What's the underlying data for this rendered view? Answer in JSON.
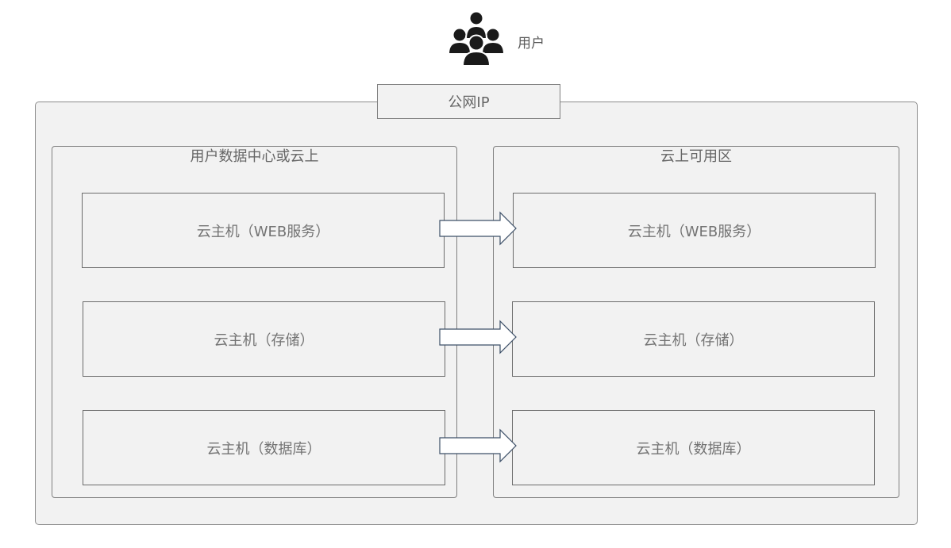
{
  "user": {
    "icon": "user-group-icon",
    "label": "用户"
  },
  "public_ip": {
    "label": "公网IP"
  },
  "left_zone": {
    "title": "用户数据中心或云上",
    "hosts": [
      "云主机（WEB服务）",
      "云主机（存储）",
      "云主机（数据库）"
    ]
  },
  "right_zone": {
    "title": "云上可用区",
    "hosts": [
      "云主机（WEB服务）",
      "云主机（存储）",
      "云主机（数据库）"
    ]
  },
  "arrows": {
    "icon": "right-arrow-icon",
    "count": 3
  },
  "colors": {
    "box_fill": "#f2f2f2",
    "border": "#7f7f7f",
    "text": "#666666",
    "host_text": "#737373",
    "arrow_stroke": "#3d5068",
    "arrow_fill": "#ffffff",
    "icon": "#1a1a1a"
  }
}
